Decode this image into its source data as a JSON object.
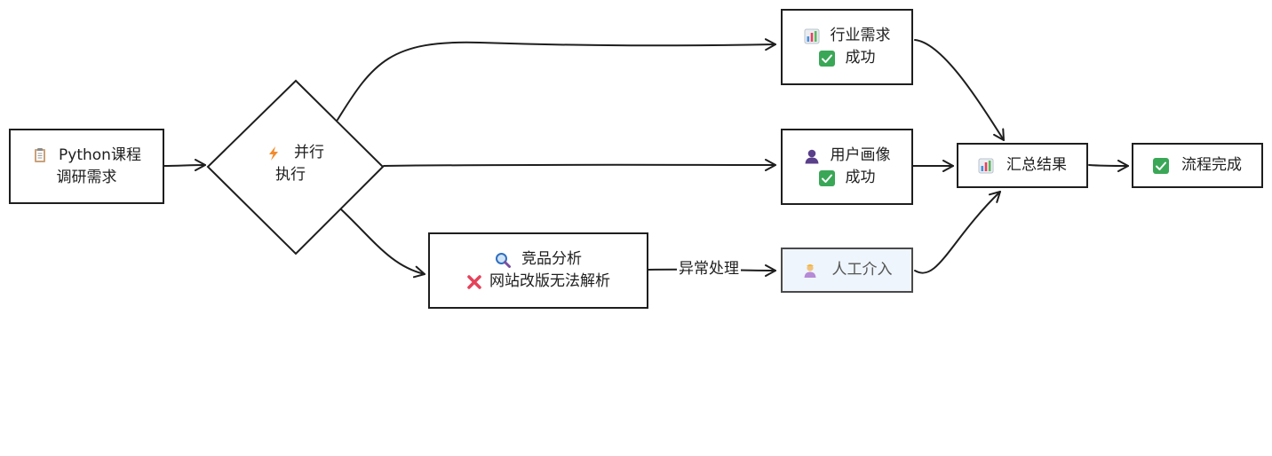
{
  "diagram": {
    "start": {
      "line1": "Python课程",
      "line2": "调研需求",
      "icon": "clipboard-icon"
    },
    "decision": {
      "line1": "并行",
      "line2": "执行",
      "icon": "lightning-icon"
    },
    "industry": {
      "title": "行业需求",
      "status": "成功",
      "icon": "bar-chart-icon",
      "status_icon": "check-icon"
    },
    "user": {
      "title": "用户画像",
      "status": "成功",
      "icon": "user-icon",
      "status_icon": "check-icon"
    },
    "competitor": {
      "title": "竞品分析",
      "status": "网站改版无法解析",
      "icon": "magnifier-icon",
      "status_icon": "cross-icon"
    },
    "manual": {
      "title": "人工介入",
      "icon": "worker-icon"
    },
    "summary": {
      "title": "汇总结果",
      "icon": "bar-chart-icon"
    },
    "done": {
      "title": "流程完成",
      "icon": "check-icon"
    },
    "edge_exception_label": "异常处理"
  },
  "colors": {
    "stroke": "#1e1e1e",
    "manual_fill": "#eef5fc",
    "check": "#3aa757",
    "cross": "#e5425a"
  }
}
